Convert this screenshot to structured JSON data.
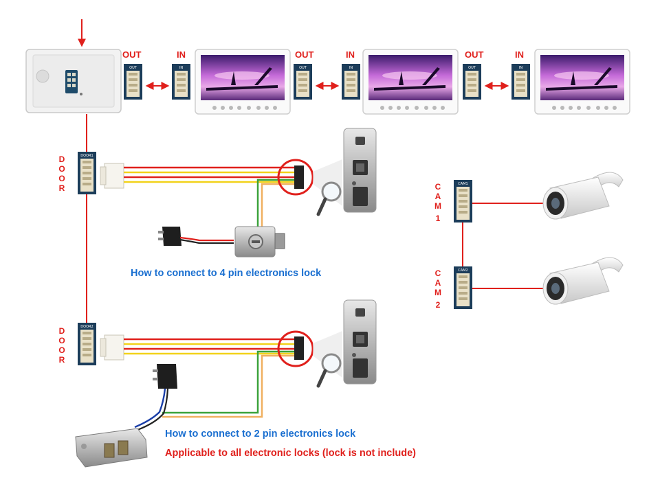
{
  "labels": {
    "out": "OUT",
    "in": "IN",
    "door": [
      "D",
      "O",
      "O",
      "R"
    ],
    "cam1": [
      "C",
      "A",
      "M",
      "1"
    ],
    "cam2": [
      "C",
      "A",
      "M",
      "2"
    ]
  },
  "connectors": {
    "out": "OUT",
    "in": "IN",
    "door1": "DOOR1",
    "door2": "DOOR2",
    "cam1": "CAM1",
    "cam2": "CAM2"
  },
  "captions": {
    "four_pin": "How to connect to 4 pin electronics lock",
    "two_pin": "How to connect to 2 pin electronics lock",
    "applicable": "Applicable to all electronic locks (lock is not include)"
  },
  "colors": {
    "label_red": "#e0201c",
    "caption_blue": "#1a6fd0",
    "wire_red": "#e0201c",
    "wire_yellow": "#f2d21a",
    "wire_green": "#3aa23a",
    "wire_orange": "#f0b060",
    "connector_bg": "#1c3d5a"
  }
}
